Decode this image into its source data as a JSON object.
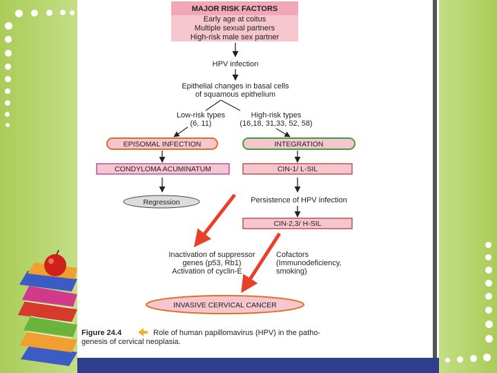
{
  "risk_factors": {
    "title": "MAJOR RISK FACTORS",
    "items": [
      "Early age at coitus",
      "Multiple sexual partners",
      "High-risk male sex partner"
    ]
  },
  "hpv_infection": "HPV infection",
  "epithelial": [
    "Epithelial changes in basal cells",
    "of squamous epithelium"
  ],
  "low_risk": [
    "Low-risk types",
    "(6, 11)"
  ],
  "high_risk": [
    "High-risk types",
    "(16,18, 31,33, 52, 58)"
  ],
  "episomal": "EPISOMAL INFECTION",
  "integration": "INTEGRATION",
  "condyloma": "CONDYLOMA ACUMINATUM",
  "cin1": "CIN-1/ L-SIL",
  "regression": "Regression",
  "persistence": "Persistence of HPV infection",
  "cin23": "CIN-2,3/ H-SIL",
  "inactivation": [
    "Inactivation of suppressor",
    "genes (p53, Rb1)",
    "Activation of cyclin-E"
  ],
  "cofactors": [
    "Cofactors",
    "(Immunodeficiency,",
    "smoking)"
  ],
  "cancer": "INVASIVE CERVICAL CANCER",
  "caption": {
    "label": "Figure 24.4",
    "text1": "Role of human papillomavirus (HPV) in the patho-",
    "text2": "genesis of cervical neoplasia."
  },
  "colors": {
    "pink_fill": "#f6c6cf",
    "orange_border": "#e07020",
    "green_border": "#3aa040",
    "purple_border": "#b050b0",
    "red_arrow": "#e8402a"
  }
}
